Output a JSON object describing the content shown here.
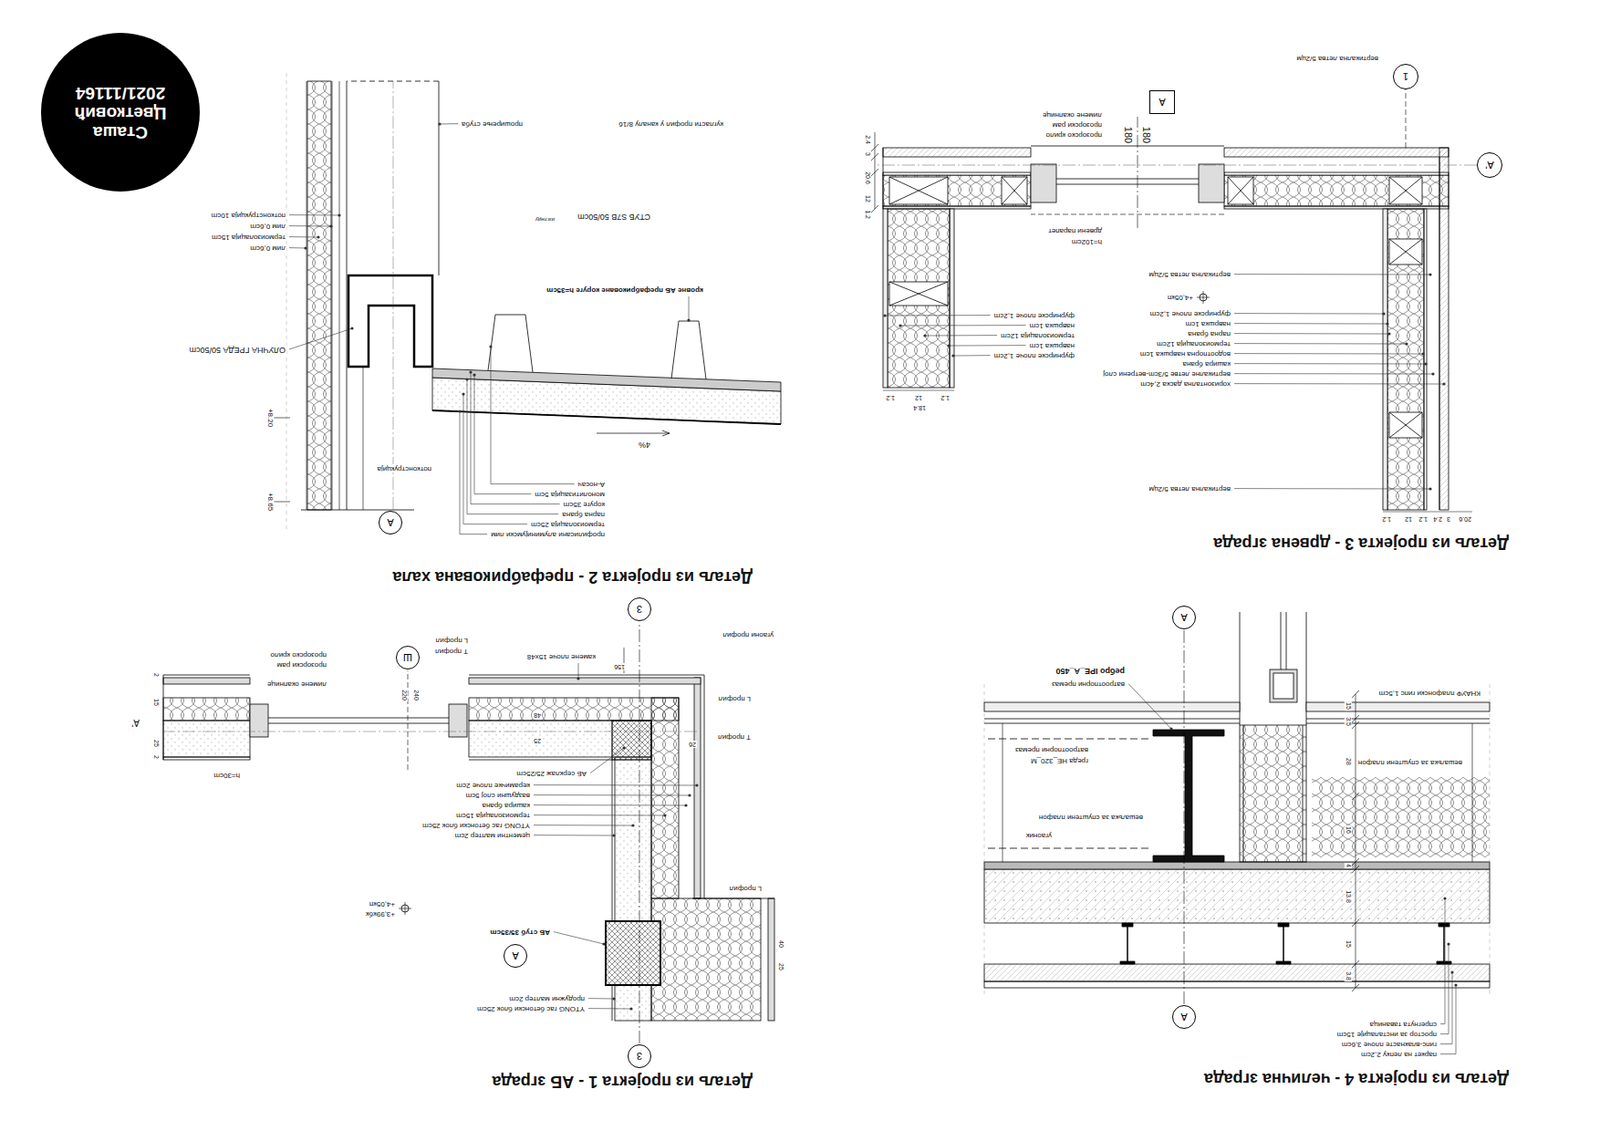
{
  "diagram": {
    "nodes": [
      {
        "text": [
          "Сташа Цветковић",
          "2021/11164"
        ]
      },
      {
        "text": [
          "A"
        ]
      },
      {
        "text": [
          "A"
        ]
      },
      {
        "text": [
          "3"
        ]
      },
      {
        "text": [
          "A"
        ]
      },
      {
        "text": [
          "Ш"
        ]
      },
      {
        "text": [
          "3"
        ]
      },
      {
        "text": [
          "A"
        ]
      },
      {
        "text": [
          "A'"
        ]
      },
      {
        "text": [
          "1"
        ]
      },
      {
        "text": [
          "A"
        ]
      }
    ],
    "labels": [
      "Детаљ из пројекта 4 - челична зграда",
      "паркет на лепку 2,2cm",
      "гипс-влакнасте плоче 3,6cm",
      "простор за инсталације 15cm",
      "спрегнута таваница",
      "ребро IPE_A_450",
      "ватроотпорни премаз",
      "греда HE_320_M",
      "ватроотпорни премаз",
      "вешаљка за спуштени плафон",
      "вешаљка за спуштени плафон",
      "угаоник",
      "КНАУФ плафонски гипс 1,5cm",
      "3.8",
      "15",
      "13.8",
      "4",
      "16",
      "28",
      "3.5",
      "15",
      "Детаљ из пројекта 1 - АБ зграда",
      "YTONG гас бетонски блок 25cm",
      "продужни малтер 2cm",
      "АБ стуб 35/35cm",
      "цементни малтер 2cm",
      "YTONG гас бетонски блок 25cm",
      "термоизолација 15cm",
      "кашира брана",
      "ваздушни слој 5cm",
      "керамичке плоче 2cm",
      "АБ серклаж 25/25cm",
      "камене плоче 15x48",
      "T профил",
      "L профил",
      "прозорско крило",
      "прозорски рам",
      "лимене окапнице",
      "угаони профил",
      "L профил",
      "T профил",
      "L профил",
      "h=30cm",
      "+3,99кбк",
      "+4,05кп",
      "A'",
      "240",
      "220",
      "156",
      "48",
      "25",
      "26",
      "40",
      "25",
      "2",
      "15",
      "25",
      "2",
      "Детаљ из пројекта 2 - префабрикована хала",
      "профилисани алуминијумски лим",
      "термоизолација 25cm",
      "парна брана",
      "коруге 35cm",
      "монолитизација 5cm",
      "A-носач",
      "потконструкција",
      "лим 0,6cm",
      "термоизолација 15cm",
      "лим 0,6cm",
      "потконструкција 10cm",
      "ОЛУЧНА ГРЕДА 50/50cm",
      "СТУБ S7B 50/50cm",
      "изгледу",
      "кровне АБ префабриковане коруге h=35cm",
      "кугласти профил у каналу 8/16",
      "проширење стуба",
      "4%",
      "+8.20",
      "+8.65",
      "Детаљ из пројекта 3 - дрвена зграда",
      "вертикална летва 5/2цм",
      "хоризонтална даска 2,4cm",
      "вертикалне летве 5/3cm-ветрени слој",
      "кашира брана",
      "водоотпорна навршка 1cm",
      "термоизолација 12cm",
      "парна брана",
      "навршка 1cm",
      "фурнирске плоче 1,2cm",
      "вертикална летва 5/2цм",
      "фурнирске плоче 1,2cm",
      "навршка 1cm",
      "термоизолација 12cm",
      "навршка 1cm",
      "фурнирске плоче 1,2cm",
      "+4,05кп",
      "дрвени парапет",
      "h=102cm",
      "прозорско крило",
      "прозорски рам",
      "лимене окапнице",
      "вертикална летва 5/2цм",
      "180",
      "180",
      "2.4",
      "3",
      "20.6",
      "12",
      "1.2",
      "1.2",
      "12",
      "1.2",
      "18.4",
      "1.2",
      "12",
      "1.2",
      "2.4",
      "3",
      "20.6"
    ]
  }
}
